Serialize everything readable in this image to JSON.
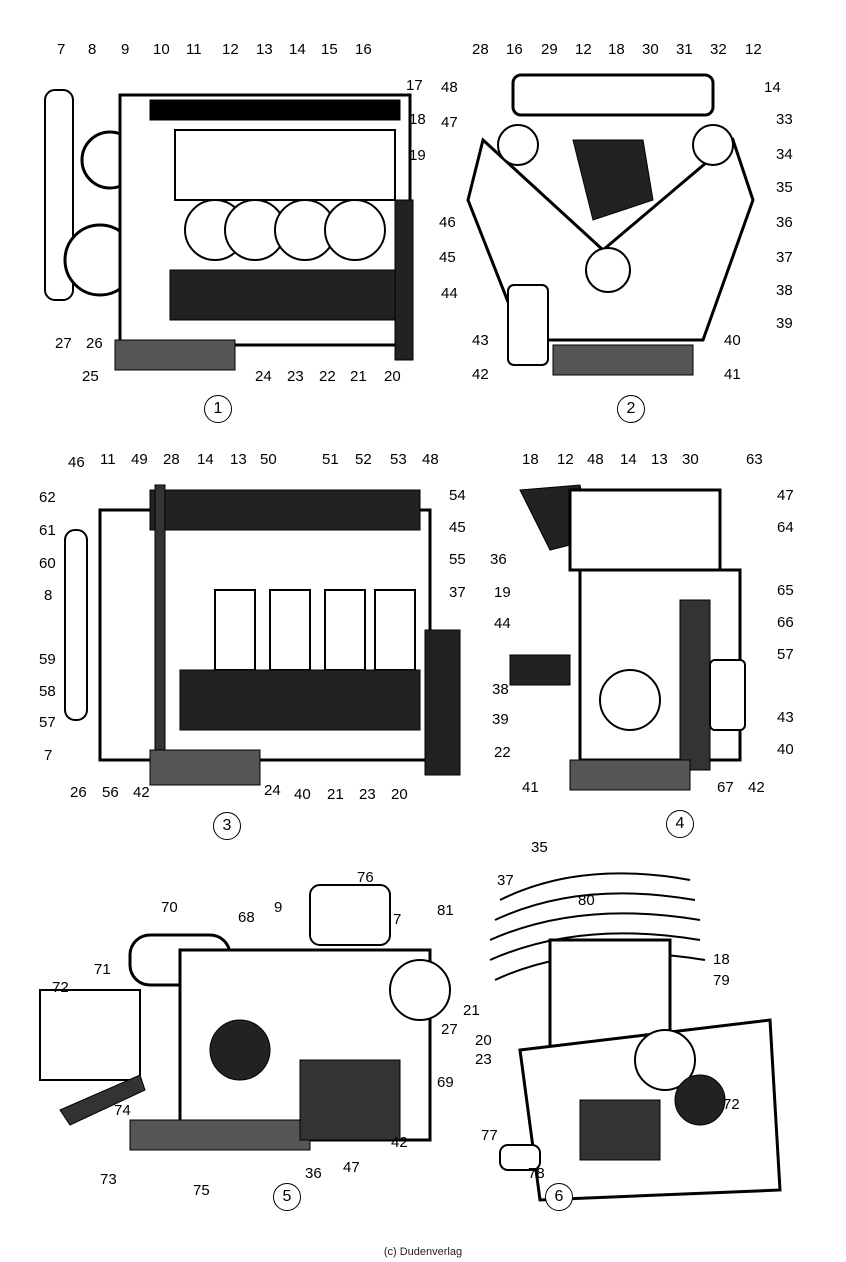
{
  "credit": "(c) Dudenverlag",
  "panels": [
    {
      "number": "1",
      "labels": [
        "7",
        "8",
        "9",
        "10",
        "11",
        "12",
        "13",
        "14",
        "15",
        "16",
        "17",
        "18",
        "19",
        "27",
        "26",
        "25",
        "24",
        "23",
        "22",
        "21",
        "20"
      ]
    },
    {
      "number": "2",
      "labels": [
        "28",
        "16",
        "29",
        "12",
        "18",
        "30",
        "31",
        "32",
        "12",
        "48",
        "14",
        "47",
        "33",
        "34",
        "35",
        "46",
        "36",
        "45",
        "37",
        "44",
        "38",
        "39",
        "43",
        "40",
        "42",
        "41"
      ]
    },
    {
      "number": "3",
      "labels": [
        "46",
        "11",
        "49",
        "28",
        "14",
        "13",
        "50",
        "51",
        "52",
        "53",
        "48",
        "62",
        "54",
        "61",
        "45",
        "60",
        "55",
        "8",
        "37",
        "59",
        "58",
        "57",
        "7",
        "26",
        "56",
        "42",
        "24",
        "40",
        "21",
        "23",
        "20"
      ]
    },
    {
      "number": "4",
      "labels": [
        "18",
        "12",
        "48",
        "14",
        "13",
        "30",
        "63",
        "47",
        "64",
        "36",
        "19",
        "65",
        "44",
        "66",
        "57",
        "38",
        "39",
        "43",
        "22",
        "40",
        "41",
        "67",
        "42"
      ]
    },
    {
      "number": "5",
      "labels": [
        "76",
        "70",
        "9",
        "81",
        "68",
        "7",
        "71",
        "72",
        "27",
        "69",
        "74",
        "42",
        "47",
        "36",
        "73",
        "75"
      ]
    },
    {
      "number": "6",
      "labels": [
        "35",
        "37",
        "80",
        "18",
        "79",
        "21",
        "20",
        "23",
        "72",
        "77",
        "78"
      ]
    }
  ]
}
